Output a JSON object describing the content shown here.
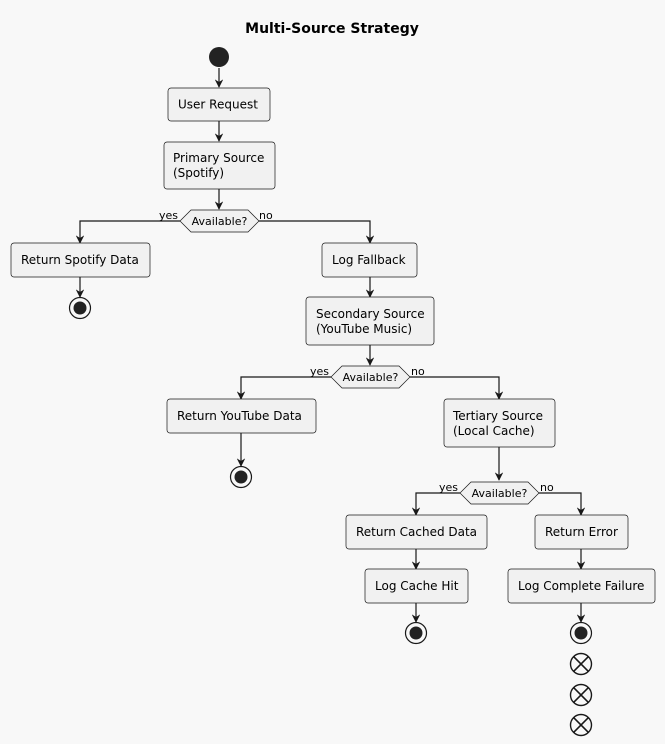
{
  "title": "Multi-Source Strategy",
  "nodes": {
    "user_request": [
      "User Request"
    ],
    "primary_source": [
      "Primary Source",
      "(Spotify)"
    ],
    "return_spotify": [
      "Return Spotify Data"
    ],
    "log_fallback": [
      "Log Fallback"
    ],
    "secondary_source": [
      "Secondary Source",
      "(YouTube Music)"
    ],
    "return_youtube": [
      "Return YouTube Data"
    ],
    "tertiary_source": [
      "Tertiary Source",
      "(Local Cache)"
    ],
    "return_cached": [
      "Return Cached Data"
    ],
    "log_cache_hit": [
      "Log Cache Hit"
    ],
    "return_error": [
      "Return Error"
    ],
    "log_failure": [
      "Log Complete Failure"
    ]
  },
  "decisions": {
    "d1": "Available?",
    "d2": "Available?",
    "d3": "Available?"
  },
  "branch_labels": {
    "yes": "yes",
    "no": "no"
  },
  "colors": {
    "background": "#f8f8f8",
    "box_fill": "#f1f1f1",
    "stroke": "#181818",
    "start_node": "#222222"
  }
}
